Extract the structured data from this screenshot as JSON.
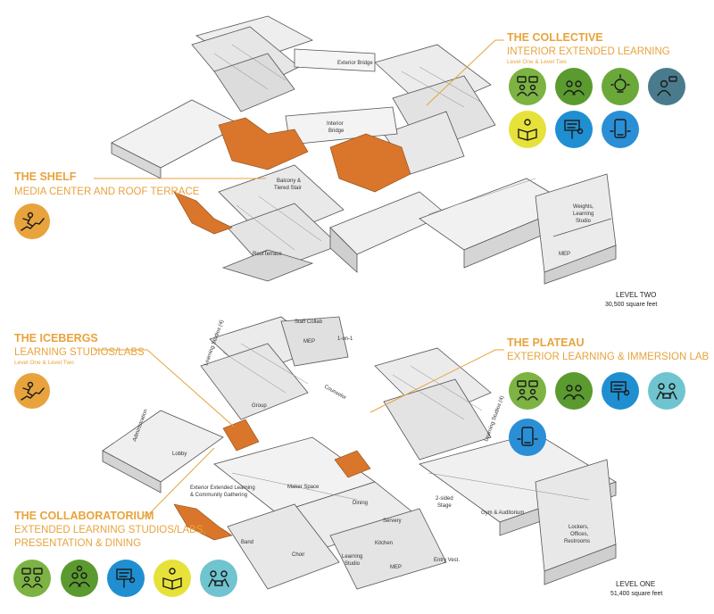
{
  "colors": {
    "accent": "#e8a33d",
    "orange_volume": "#d9762b",
    "icon_green": "#7cb342",
    "icon_green_dark": "#5b9a2e",
    "icon_yellow": "#e6e23a",
    "icon_blue": "#1f8fd1",
    "icon_blue_dark": "#2f7fb8",
    "icon_teal": "#6fc4d0",
    "icon_slate": "#4a7b8c"
  },
  "callouts": {
    "collective": {
      "title": "THE COLLECTIVE",
      "subtitle": "INTERIOR EXTENDED LEARNING",
      "note": "Level One & Level Two"
    },
    "shelf": {
      "title": "THE SHELF",
      "subtitle": "MEDIA CENTER AND ROOF TERRACE"
    },
    "icebergs": {
      "title": "THE ICEBERGS",
      "subtitle": "LEARNING STUDIOS/LABS",
      "note": "Level One & Level Two"
    },
    "plateau": {
      "title": "THE PLATEAU",
      "subtitle": "EXTERIOR LEARNING & IMMERSION LAB"
    },
    "collaboratorium": {
      "title": "THE COLLABORATORIUM",
      "subtitle_line1": "EXTENDED LEARNING STUDIOS/LABS,",
      "subtitle_line2": "PRESENTATION & DINING"
    }
  },
  "levels": {
    "two": {
      "name": "LEVEL TWO",
      "area": "30,500 square feet"
    },
    "one": {
      "name": "LEVEL ONE",
      "area": "51,400 square feet"
    }
  },
  "labels_level_two": {
    "exterior_bridge": "Exterior Bridge",
    "interior_bridge_1": "Interior",
    "interior_bridge_2": "Bridge",
    "balcony_1": "Balcony &",
    "balcony_2": "Tiered Stair",
    "roof_terrace": "RoofTerrace",
    "weights_1": "Weights,",
    "weights_2": "Learning",
    "weights_3": "Studio",
    "mep": "MEP"
  },
  "labels_level_one": {
    "staff_collab": "Staff Collab",
    "mep_top": "MEP",
    "one_on_one": "1-on-1",
    "counselor": "Counselor",
    "learning_studios_left": "Learning Studios (4)",
    "learning_studios_right": "Learning Studios (4)",
    "group": "Group",
    "administration": "Administration",
    "lobby": "Lobby",
    "exterior_extended_1": "Exterior Extended Learning",
    "exterior_extended_2": "& Community Gathering",
    "maker_space": "Maker Space",
    "dining": "Dining",
    "two_sided_stage_1": "2-sided",
    "two_sided_stage_2": "Stage",
    "gym": "Gym & Auditorium",
    "servery": "Servery",
    "band": "Band",
    "choir": "Choir",
    "kitchen": "Kitchen",
    "learning_studio_1": "Learning",
    "learning_studio_2": "Studio",
    "mep_bottom": "MEP",
    "entry_vest": "Entry Vest.",
    "lockers_1": "Lockers,",
    "lockers_2": "Offices,",
    "lockers_3": "Restrooms"
  },
  "icon_groups": {
    "collective": [
      {
        "icon": "discussion-icon",
        "color": "#7cb342"
      },
      {
        "icon": "group-icon",
        "color": "#5b9a2e"
      },
      {
        "icon": "idea-bulb-icon",
        "color": "#6aa83a"
      },
      {
        "icon": "mentor-icon",
        "color": "#4a7b8c"
      },
      {
        "icon": "reading-icon",
        "color": "#e6e23a"
      },
      {
        "icon": "presentation-icon",
        "color": "#1f8fd1"
      },
      {
        "icon": "device-icon",
        "color": "#2a8fd6"
      }
    ],
    "shelf": [
      {
        "icon": "climbing-icon",
        "color": "#e8a33d"
      }
    ],
    "icebergs": [
      {
        "icon": "climbing-icon",
        "color": "#e8a33d"
      }
    ],
    "plateau": [
      {
        "icon": "discussion-icon",
        "color": "#7cb342"
      },
      {
        "icon": "group-icon",
        "color": "#5b9a2e"
      },
      {
        "icon": "presentation-icon",
        "color": "#1f8fd1"
      },
      {
        "icon": "collaboration-icon",
        "color": "#6fc4d0"
      },
      {
        "icon": "device-icon",
        "color": "#2a8fd6"
      }
    ],
    "collaboratorium": [
      {
        "icon": "discussion-icon",
        "color": "#7cb342"
      },
      {
        "icon": "idea-group-icon",
        "color": "#5b9a2e"
      },
      {
        "icon": "presentation-icon",
        "color": "#1f8fd1"
      },
      {
        "icon": "reading-icon",
        "color": "#e6e23a"
      },
      {
        "icon": "collaboration-icon",
        "color": "#6fc4d0"
      }
    ]
  }
}
